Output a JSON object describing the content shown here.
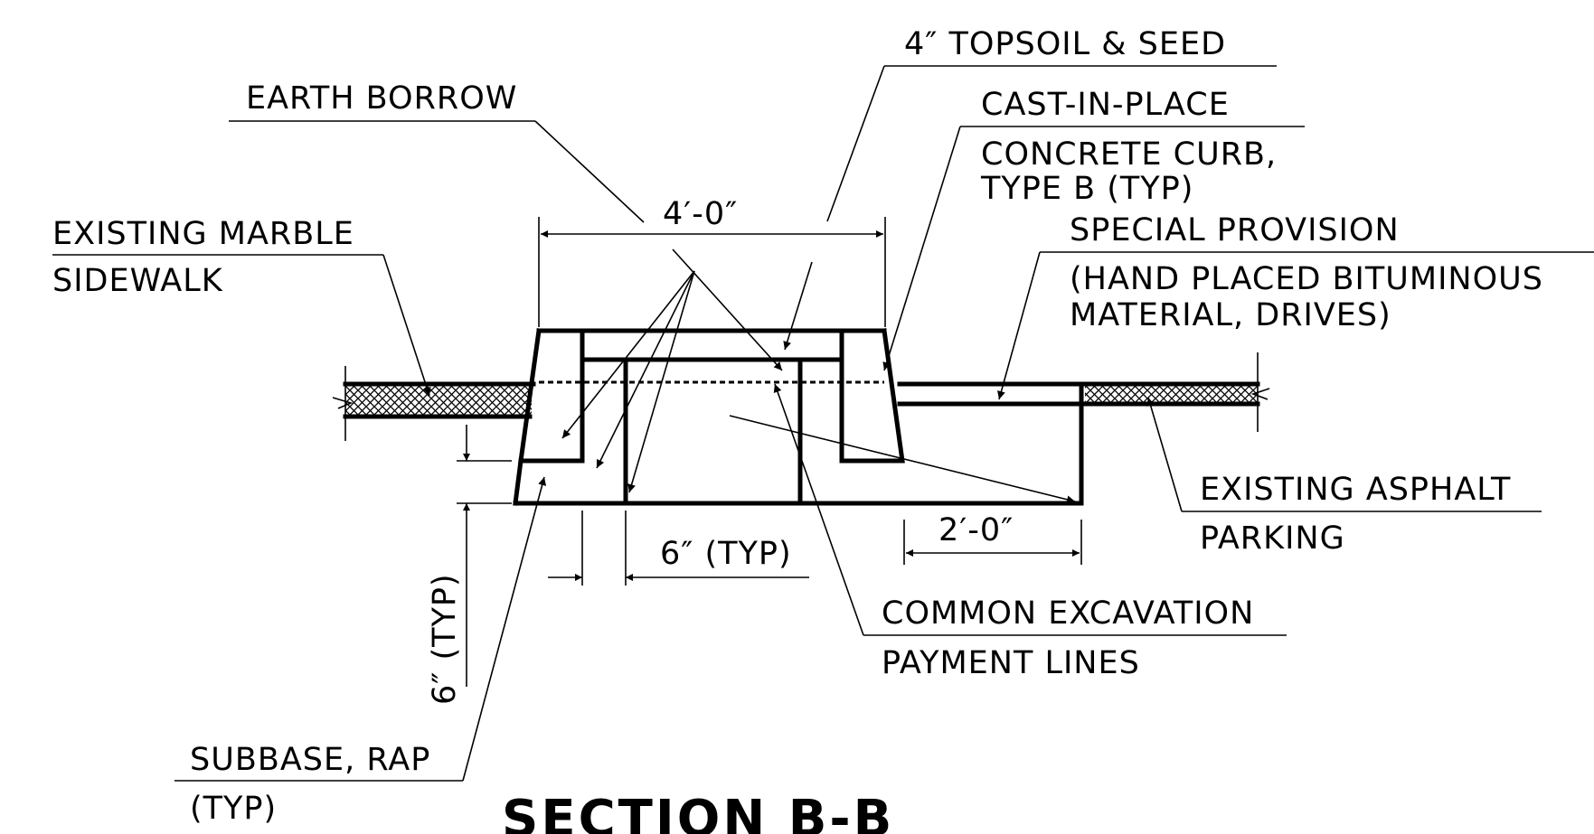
{
  "title": "SECTION  B-B",
  "labels": {
    "topsoil": "4″ TOPSOIL & SEED",
    "earth_borrow": "EARTH BORROW",
    "cast_in_place": "CAST-IN-PLACE",
    "concrete_curb": "CONCRETE CURB,",
    "curb_type": "TYPE B (TYP)",
    "existing_marble": "EXISTING MARBLE",
    "sidewalk": "SIDEWALK",
    "special_provision": "SPECIAL PROVISION",
    "hand_placed": "(HAND PLACED BITUMINOUS",
    "material_drives": "MATERIAL, DRIVES)",
    "existing_asphalt": "EXISTING ASPHALT",
    "parking": "PARKING",
    "common_excavation": "COMMON EXCAVATION",
    "payment_lines": "PAYMENT LINES",
    "subbase": "SUBBASE, RAP",
    "subbase_typ": "(TYP)"
  },
  "dimensions": {
    "width_top": "4′-0″",
    "width_right": "2′-0″",
    "thickness_horizontal": "6″ (TYP)",
    "thickness_vertical": "6″ (TYP)"
  }
}
